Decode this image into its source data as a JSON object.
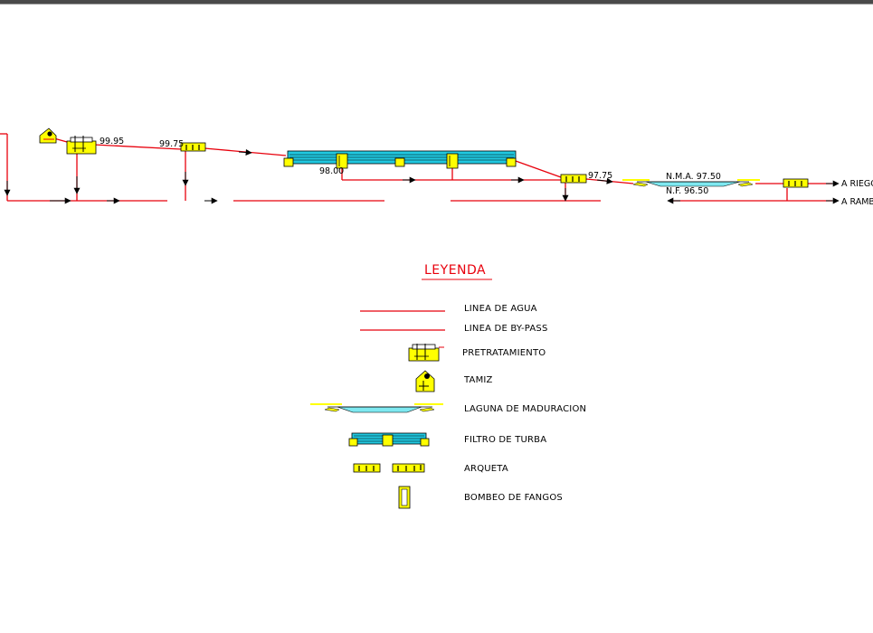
{
  "colors": {
    "water_line": "#e8000c",
    "equipment": "#ffff00",
    "water_fill": "#20c8e0",
    "outline": "#000000"
  },
  "profile": {
    "levels": {
      "pretreatment": "99.95",
      "arqueta_1": "99.75",
      "filter": "98.00",
      "arqueta_2": "97.75",
      "nma": "N.M.A. 97.50",
      "nf": "N.F. 96.50"
    },
    "outlets": {
      "riego": "A RIEGO",
      "rambla": "A RAMBL"
    }
  },
  "legend": {
    "title": "LEYENDA",
    "items": [
      {
        "label": "LINEA DE AGUA",
        "icon": "water-line-symbol"
      },
      {
        "label": "LINEA DE BY-PASS",
        "icon": "bypass-line-symbol"
      },
      {
        "label": "PRETRATAMIENTO",
        "icon": "pretreatment-symbol"
      },
      {
        "label": "TAMIZ",
        "icon": "screen-symbol"
      },
      {
        "label": "LAGUNA DE MADURACION",
        "icon": "maturation-pond-symbol"
      },
      {
        "label": "FILTRO DE TURBA",
        "icon": "peat-filter-symbol"
      },
      {
        "label": "ARQUETA",
        "icon": "manhole-symbol"
      },
      {
        "label": "BOMBEO DE FANGOS",
        "icon": "sludge-pump-symbol"
      }
    ]
  }
}
